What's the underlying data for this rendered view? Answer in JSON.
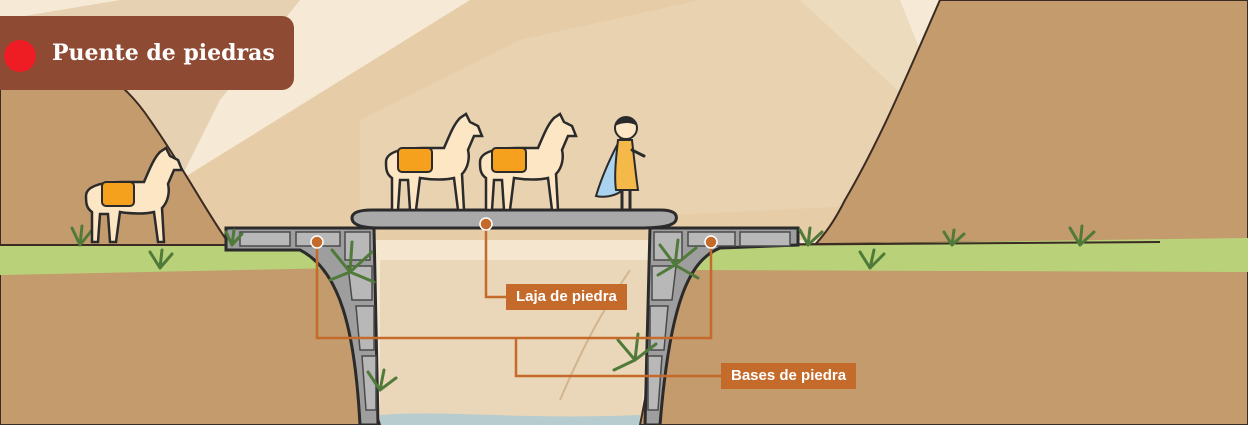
{
  "title": {
    "text": "Puente de piedras",
    "dot_color": "#ee1d24",
    "bg_color": "#8f4a33"
  },
  "labels": [
    {
      "id": "laja",
      "text": "Laja de piedra"
    },
    {
      "id": "bases",
      "text": "Bases de piedra"
    }
  ],
  "colors": {
    "label_bg": "#c46a2b",
    "leader_line": "#c46a2b",
    "ground": "#c49b6c",
    "grass": "#b9d27a",
    "stone": "#9e9e9e",
    "llama_body": "#fce6c4",
    "saddle": "#f5a11e",
    "cape": "#a9d3ee"
  },
  "icons": [
    "llama-icon",
    "person-icon",
    "grass-tuft-icon"
  ]
}
